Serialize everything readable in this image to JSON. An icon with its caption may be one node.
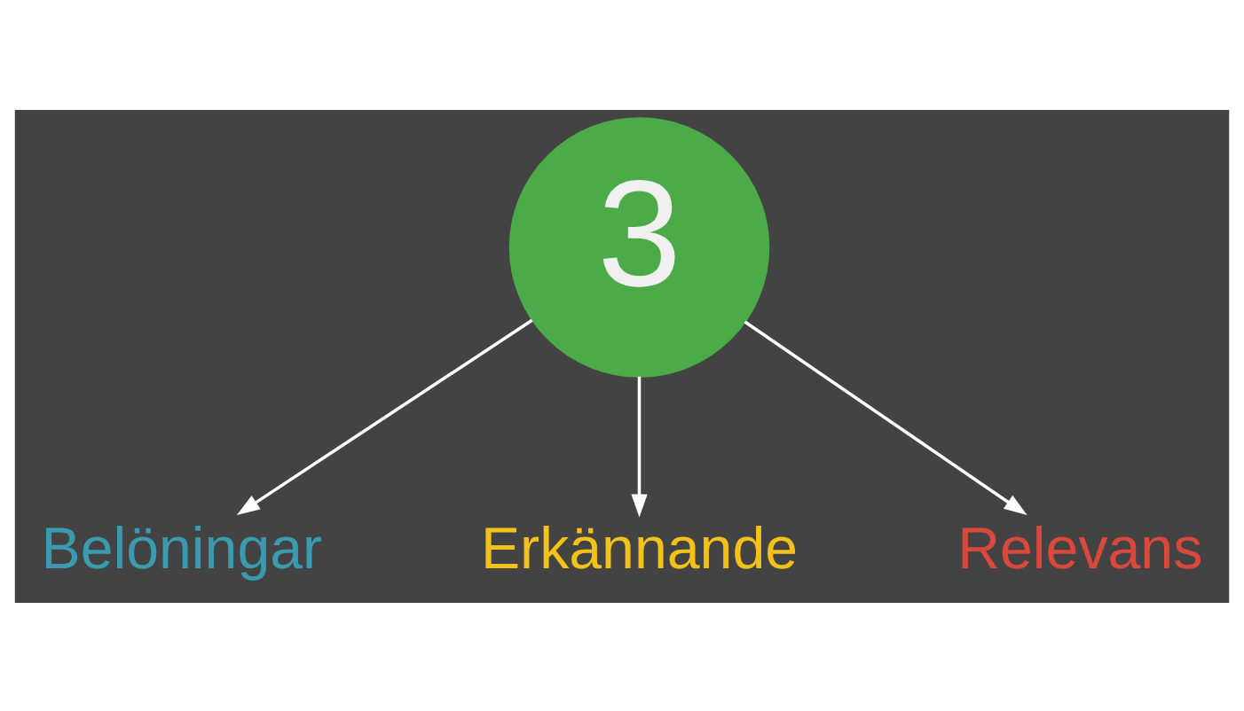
{
  "diagram": {
    "nodes": [
      {
        "text": [
          "3"
        ]
      },
      {
        "text": [
          "Belöningar"
        ]
      },
      {
        "text": [
          "Erkännande"
        ]
      },
      {
        "text": [
          "Relevans"
        ]
      }
    ],
    "edges": [
      {
        "from": 0,
        "to": 1,
        "arrow": "to"
      },
      {
        "from": 0,
        "to": 2,
        "arrow": "to"
      },
      {
        "from": 0,
        "to": 3,
        "arrow": "to"
      }
    ]
  }
}
